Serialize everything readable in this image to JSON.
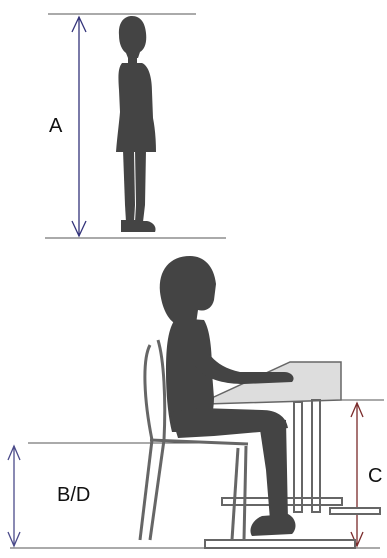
{
  "labels": {
    "standing_height": "A",
    "seat_height": "B/D",
    "desk_height": "C"
  },
  "colors": {
    "silhouette": "#444444",
    "arrow_standing": "#33337a",
    "arrow_seat": "#4a4a8a",
    "arrow_desk": "#7a2a2a",
    "reference_line": "#555555",
    "furniture_outline": "#666666",
    "desk_top": "#dddddd"
  },
  "figures": {
    "standing": "standing-child-silhouette",
    "seated": "seated-child-silhouette",
    "chair": "school-chair",
    "desk": "school-desk"
  }
}
